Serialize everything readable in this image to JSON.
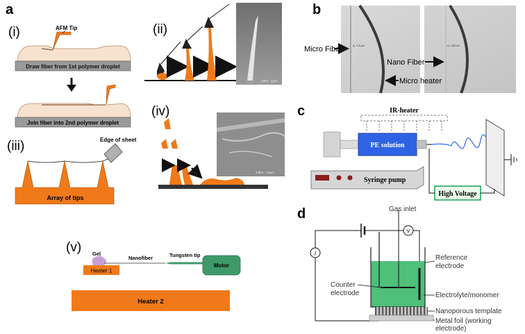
{
  "panels": {
    "a": {
      "letter": "a",
      "i": {
        "numeral": "(i)",
        "afm_tip": "AFM Tip",
        "step1": "Draw fiber from 1st polymer droplet",
        "step2": "Join fiber into 2nd polymer droplet"
      },
      "ii": {
        "numeral": "(ii)",
        "sem_scale": "10kV ⋅ 1μm"
      },
      "iii": {
        "numeral": "(iii)",
        "edge_label": "Edge of sheet",
        "array_label": "Array of tips"
      },
      "iv": {
        "numeral": "(iv)",
        "sem_scale": "2.0kV ⋅ 10μm"
      },
      "v": {
        "numeral": "(v)",
        "gel": "Gel",
        "nanofiber": "Nanofiber",
        "tungsten_tip": "Tungsten tip",
        "motor": "Motor",
        "heater1": "Heater 1",
        "heater2": "Heater 2"
      }
    },
    "b": {
      "letter": "b",
      "micro_fiber": "Micro Fiber",
      "nano_fiber": "Nano Fiber",
      "micro_heater": "Micro heater",
      "d_micro": "d₀~1.5 μm",
      "d_nano": "d₀~100 nm"
    },
    "c": {
      "letter": "c",
      "ir_heater": "IR-heater",
      "pe_solution": "PE solution",
      "syringe_pump": "Syringe pump",
      "high_voltage": "High Voltage"
    },
    "d": {
      "letter": "d",
      "gas_inlet": "Gas inlet",
      "reference_electrode": "Reference electrode",
      "counter_electrode": "Counter electrode",
      "electrolyte": "Electrolyte/monomer",
      "template": "Nanoporous template",
      "metal_foil": "Metal foil (working electrode)",
      "ammeter_symbol": "i",
      "voltmeter_symbol": "V"
    }
  },
  "colors": {
    "orange": "#f07a1a",
    "green_motor": "#3f9a6a",
    "electrolyte": "#4fbf7a",
    "pe_blue": "#2f63e6",
    "gel": "#c9a0d6",
    "droplet": "#f7e2cf",
    "sem_gray": "#8e8e8e"
  }
}
